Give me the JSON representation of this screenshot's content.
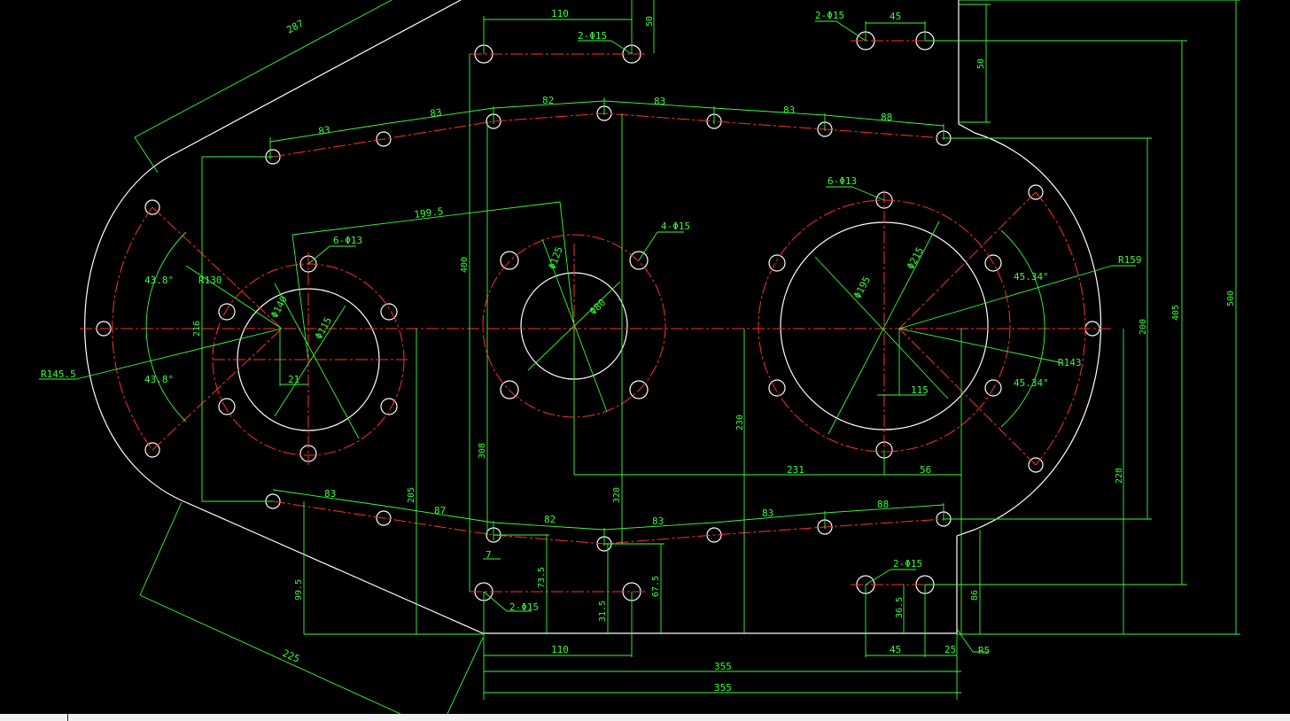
{
  "drawing": {
    "colors": {
      "background": "#000000",
      "outline": "#ffffff",
      "dimension": "#33ff33",
      "centerline": "#ff3030"
    },
    "labels": {
      "top_110": "110",
      "top_50": "50",
      "top_2phi15_a": "2-Φ15",
      "top_2phi15_b": "2-Φ15",
      "top_45": "45",
      "right_50": "50",
      "diag_287": "287",
      "arc_83_1": "83",
      "arc_83_2": "83",
      "arc_82_top": "82",
      "arc_83_3": "83",
      "arc_83_4": "83",
      "arc_88_top": "88",
      "dim_199_5": "199.5",
      "left_6phi13": "6-Φ13",
      "dim_400": "400",
      "mid_4phi15": "4-Φ15",
      "right_6phi13": "6-Φ13",
      "r159": "R159",
      "dim_405": "405",
      "dim_500": "500",
      "dim_200": "200",
      "ang_43_8_a": "43.8°",
      "ang_43_8_b": "43.8°",
      "r130": "R130",
      "dim_216": "216",
      "r145_5": "R145.5",
      "d140": "Φ140",
      "d115": "Φ115",
      "dim_21": "21",
      "d125": "Φ125",
      "d80": "Φ80",
      "d195": "Φ195",
      "d215": "Φ215",
      "ang_45_34_a": "45.34°",
      "ang_45_34_b": "45.34°",
      "r143": "R143",
      "dim_115": "115",
      "dim_230": "230",
      "dim_231": "231",
      "dim_56": "56",
      "dim_308": "308",
      "dim_205": "205",
      "dim_320": "320",
      "dim_228": "228",
      "bot_83_1": "83",
      "bot_87": "87",
      "bot_82": "82",
      "bot_83_2": "83",
      "bot_83_3": "83",
      "bot_88": "88",
      "dim_7": "7",
      "dim_73_5": "73.5",
      "dim_99_5": "99.5",
      "dim_31_5": "31.5",
      "dim_67_5": "67.5",
      "bot_2phi15_a": "2-Φ15",
      "bot_2phi15_b": "2-Φ15",
      "dim_36_5": "36.5",
      "dim_86": "86",
      "bot_110": "110",
      "bot_45": "45",
      "bot_25": "25",
      "r5": "R5",
      "dim_355_a": "355",
      "dim_355_b": "355",
      "diag_225": "225"
    }
  }
}
